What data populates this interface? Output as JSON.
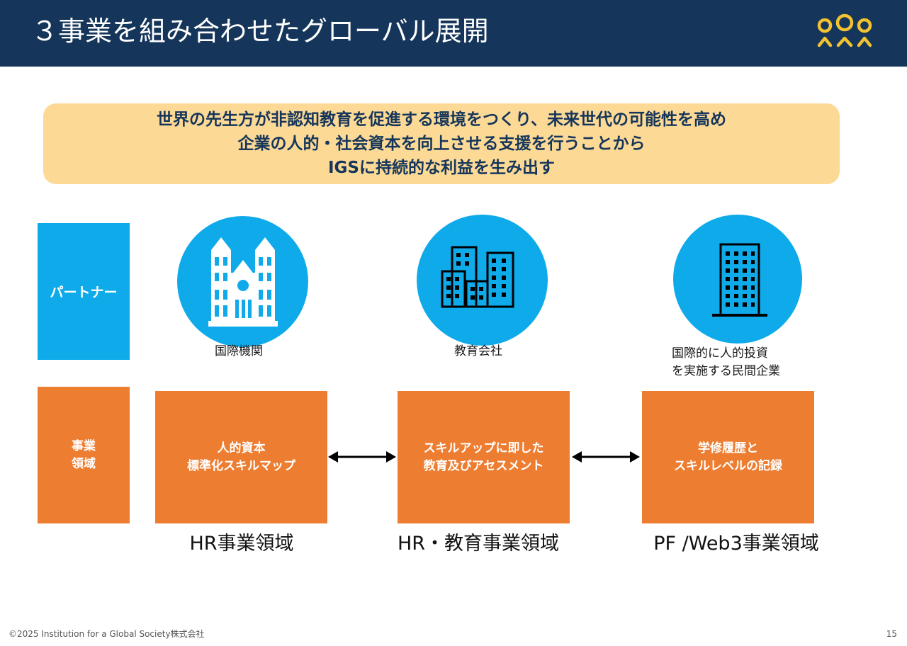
{
  "header": {
    "title": "３事業を組み合わせたグローバル展開",
    "logo_icon": "igs-people-logo-icon"
  },
  "mission": {
    "lines": [
      "世界の先生方が非認知教育を促進する環境をつくり、未来世代の可能性を高め",
      "企業の人的・社会資本を向上させる支援を行うことから",
      "IGSに持続的な利益を生み出す"
    ]
  },
  "row_labels": {
    "partner": "パートナー",
    "business_line1": "事業",
    "business_line2": "領域"
  },
  "partners": [
    {
      "icon": "institution-building-icon",
      "caption_lines": [
        "国際機関"
      ]
    },
    {
      "icon": "city-buildings-icon",
      "caption_lines": [
        "教育会社"
      ]
    },
    {
      "icon": "office-tower-icon",
      "caption_lines": [
        "国際的に人的投資",
        "を実施する民間企業"
      ]
    }
  ],
  "businesses": [
    {
      "lines": [
        "人的資本",
        "標準化スキルマップ"
      ],
      "label": "HR事業領域"
    },
    {
      "lines": [
        "スキルアップに即した",
        "教育及びアセスメント"
      ],
      "label": "HR・教育事業領域"
    },
    {
      "lines": [
        "学修履歴と",
        "スキルレベルの記録"
      ],
      "label": "PF /Web3事業領域"
    }
  ],
  "connectors": [
    "double-arrow-icon",
    "double-arrow-icon"
  ],
  "footer": {
    "copyright": "©2025  Institution for a Global Society株式会社",
    "page": "15"
  },
  "colors": {
    "header_bg": "#15365a",
    "accent_gold": "#f2c230",
    "mission_bg": "#fdd996",
    "partner_blue": "#0eaaea",
    "business_orange": "#ed7d31"
  }
}
